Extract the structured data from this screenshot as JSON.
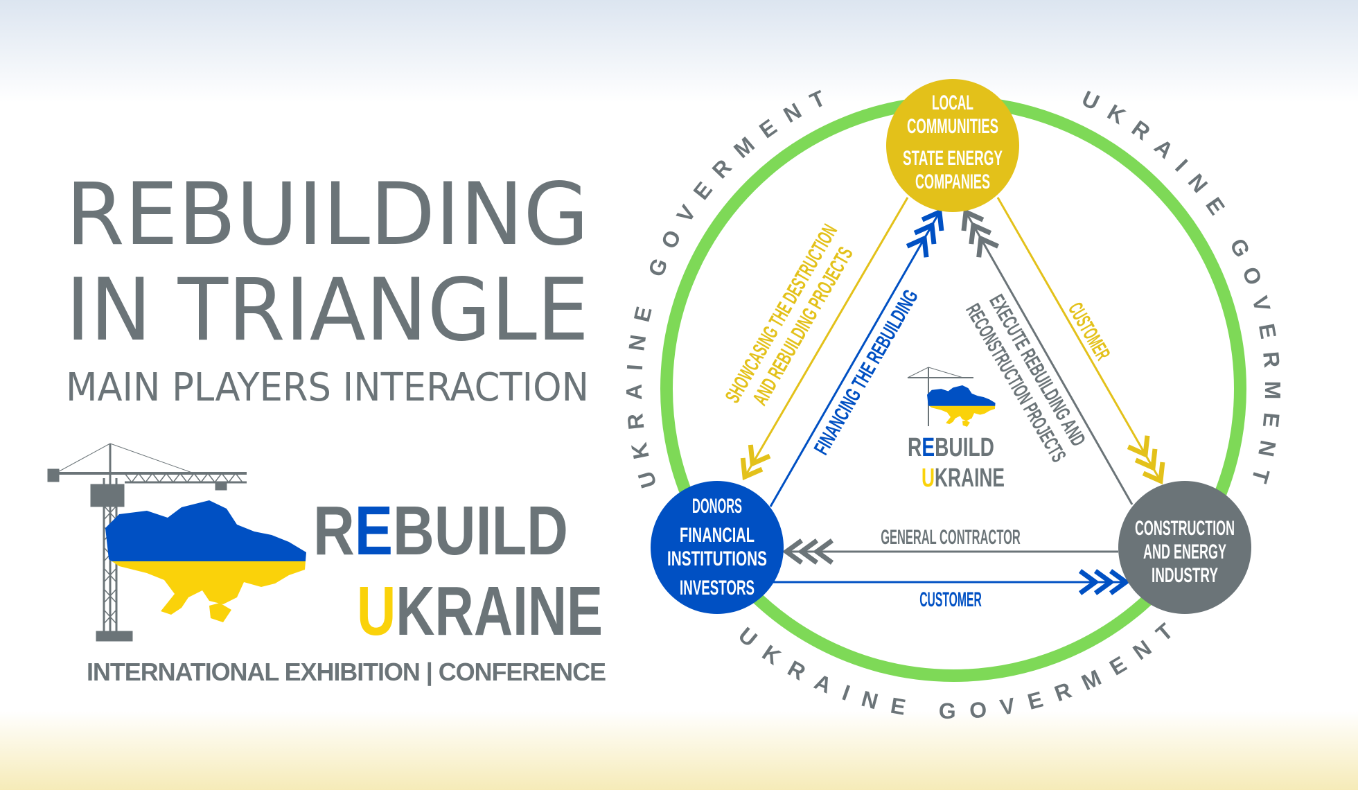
{
  "colors": {
    "gray": "#6b7478",
    "blue": "#0050c3",
    "yellow": "#e3c11a",
    "flag_yellow": "#fad20a",
    "green": "#7ed957",
    "bg_top": "#dfe7f1",
    "bg_bottom": "#f7edbd"
  },
  "header": {
    "title_line1": "REBUILDING",
    "title_line2": "IN TRIANGLE",
    "subtitle": "MAIN PLAYERS INTERACTION"
  },
  "logo": {
    "r": "R",
    "e": "E",
    "build": "BUILD",
    "u": "U",
    "kraine": "KRAINE",
    "tagline": "INTERNATIONAL EXHIBITION | CONFERENCE"
  },
  "diagram": {
    "ring_label": "UKRAINE GOVERMENT",
    "nodes": {
      "top": [
        "LOCAL",
        "COMMUNITIES",
        "STATE ENERGY",
        "COMPANIES"
      ],
      "left": [
        "DONORS",
        "FINANCIAL",
        "INSTITUTIONS",
        "INVESTORS"
      ],
      "right": [
        "CONSTRUCTION",
        "AND ENERGY",
        "INDUSTRY"
      ]
    },
    "edges": {
      "showcasing": [
        "SHOWCASING THE DESTRUCTION",
        "AND REBUILDING PROJECTS"
      ],
      "financing": "FINANCING THE REBUILDING",
      "execute": [
        "EXECUTE REBUILDING AND",
        "RECONSTRUCTION PROJECTS"
      ],
      "customer_right": "CUSTOMER",
      "general_contractor": "GENERAL CONTRACTOR",
      "customer_bottom": "CUSTOMER"
    }
  }
}
